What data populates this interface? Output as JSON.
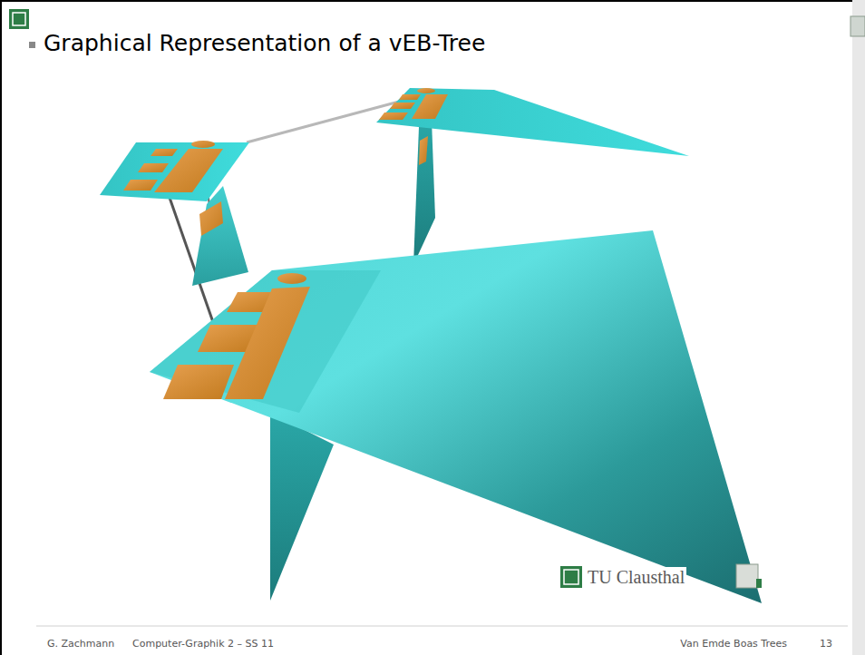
{
  "diagram": {
    "title": "Graphical Representation of a vEB-Tree",
    "labels": [
      "TU Clausthal",
      "G. Zachmann",
      "Computer-Graphik 2 – SS 11",
      "Van Emde Boas Trees",
      "13"
    ]
  }
}
